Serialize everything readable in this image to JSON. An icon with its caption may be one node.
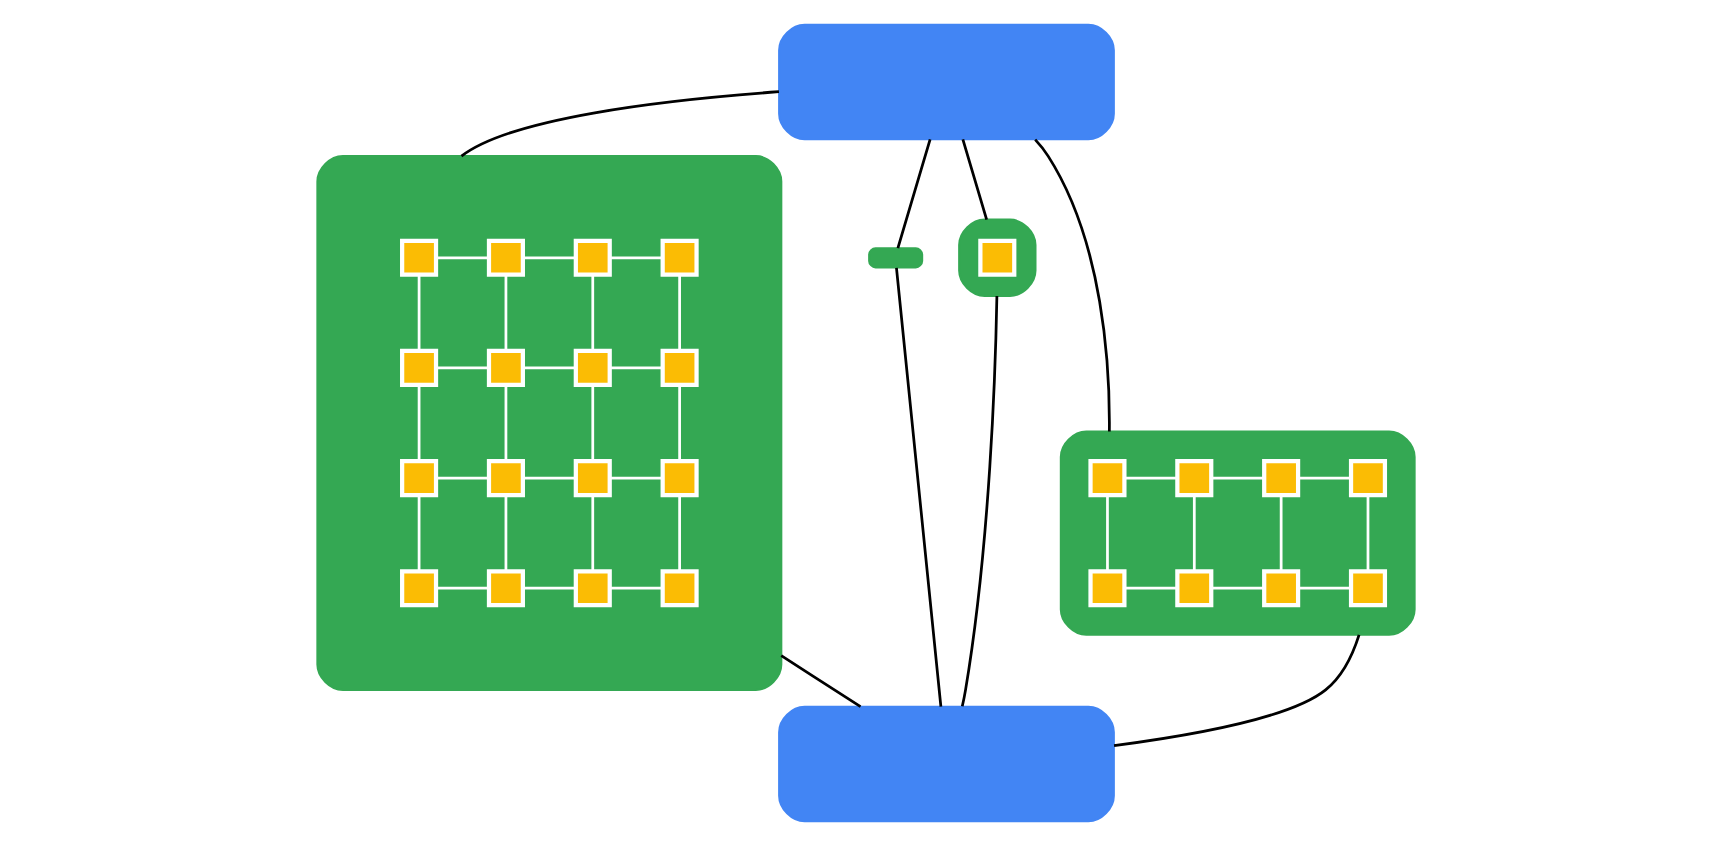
{
  "diagram": {
    "nodes": [
      {
        "text": [],
        "shape": "box"
      },
      {
        "text": [],
        "shape": "box"
      },
      {
        "text": [],
        "shape": "box"
      },
      {
        "text": [],
        "shape": "box",
        "in": 2
      },
      {
        "text": [],
        "shape": "box"
      },
      {
        "text": [],
        "shape": "box",
        "in": 4
      },
      {
        "text": [],
        "shape": "box",
        "in": 4
      },
      {
        "text": [],
        "shape": "box",
        "in": 4
      },
      {
        "text": [],
        "shape": "box",
        "in": 4
      },
      {
        "text": [],
        "shape": "box",
        "in": 4
      },
      {
        "text": [],
        "shape": "box",
        "in": 4
      },
      {
        "text": [],
        "shape": "box",
        "in": 4
      },
      {
        "text": [],
        "shape": "box",
        "in": 4
      },
      {
        "text": [],
        "shape": "box"
      },
      {
        "text": [],
        "shape": "box",
        "in": 13
      },
      {
        "text": [],
        "shape": "box",
        "in": 13
      },
      {
        "text": [],
        "shape": "box",
        "in": 13
      },
      {
        "text": [],
        "shape": "box",
        "in": 13
      },
      {
        "text": [],
        "shape": "box",
        "in": 13
      },
      {
        "text": [],
        "shape": "box",
        "in": 13
      },
      {
        "text": [],
        "shape": "box",
        "in": 13
      },
      {
        "text": [],
        "shape": "box",
        "in": 13
      },
      {
        "text": [],
        "shape": "box",
        "in": 13
      },
      {
        "text": [],
        "shape": "box",
        "in": 13
      },
      {
        "text": [],
        "shape": "box",
        "in": 13
      },
      {
        "text": [],
        "shape": "box",
        "in": 13
      },
      {
        "text": [],
        "shape": "box",
        "in": 13
      },
      {
        "text": [],
        "shape": "box",
        "in": 13
      },
      {
        "text": [],
        "shape": "box",
        "in": 13
      },
      {
        "text": [],
        "shape": "box",
        "in": 13
      },
      {
        "text": [],
        "shape": "box"
      }
    ],
    "edges": [
      {
        "from": 0,
        "to": 1,
        "arrow": "none",
        "color": "#000000"
      },
      {
        "from": 0,
        "to": 2,
        "arrow": "none",
        "color": "#000000"
      },
      {
        "from": 0,
        "to": 4,
        "arrow": "none",
        "color": "#000000"
      },
      {
        "from": 0,
        "to": 13,
        "arrow": "none",
        "color": "#000000"
      },
      {
        "from": 1,
        "to": 30,
        "arrow": "none",
        "color": "#000000"
      },
      {
        "from": 2,
        "to": 30,
        "arrow": "none",
        "color": "#000000"
      },
      {
        "from": 4,
        "to": 30,
        "arrow": "none",
        "color": "#000000"
      },
      {
        "from": 13,
        "to": 30,
        "arrow": "none",
        "color": "#000000"
      },
      {
        "from": 5,
        "to": 6,
        "arrow": "none",
        "color": "#ffffff"
      },
      {
        "from": 6,
        "to": 7,
        "arrow": "none",
        "color": "#ffffff"
      },
      {
        "from": 7,
        "to": 8,
        "arrow": "none",
        "color": "#ffffff"
      },
      {
        "from": 9,
        "to": 10,
        "arrow": "none",
        "color": "#ffffff"
      },
      {
        "from": 10,
        "to": 11,
        "arrow": "none",
        "color": "#ffffff"
      },
      {
        "from": 11,
        "to": 12,
        "arrow": "none",
        "color": "#ffffff"
      },
      {
        "from": 5,
        "to": 9,
        "arrow": "none",
        "color": "#ffffff"
      },
      {
        "from": 6,
        "to": 10,
        "arrow": "none",
        "color": "#ffffff"
      },
      {
        "from": 7,
        "to": 11,
        "arrow": "none",
        "color": "#ffffff"
      },
      {
        "from": 8,
        "to": 12,
        "arrow": "none",
        "color": "#ffffff"
      },
      {
        "from": 14,
        "to": 15,
        "arrow": "none",
        "color": "#ffffff"
      },
      {
        "from": 15,
        "to": 16,
        "arrow": "none",
        "color": "#ffffff"
      },
      {
        "from": 16,
        "to": 17,
        "arrow": "none",
        "color": "#ffffff"
      },
      {
        "from": 18,
        "to": 19,
        "arrow": "none",
        "color": "#ffffff"
      },
      {
        "from": 19,
        "to": 20,
        "arrow": "none",
        "color": "#ffffff"
      },
      {
        "from": 20,
        "to": 21,
        "arrow": "none",
        "color": "#ffffff"
      },
      {
        "from": 22,
        "to": 23,
        "arrow": "none",
        "color": "#ffffff"
      },
      {
        "from": 23,
        "to": 24,
        "arrow": "none",
        "color": "#ffffff"
      },
      {
        "from": 24,
        "to": 25,
        "arrow": "none",
        "color": "#ffffff"
      },
      {
        "from": 26,
        "to": 27,
        "arrow": "none",
        "color": "#ffffff"
      },
      {
        "from": 27,
        "to": 28,
        "arrow": "none",
        "color": "#ffffff"
      },
      {
        "from": 28,
        "to": 29,
        "arrow": "none",
        "color": "#ffffff"
      },
      {
        "from": 14,
        "to": 18,
        "arrow": "none",
        "color": "#ffffff"
      },
      {
        "from": 15,
        "to": 19,
        "arrow": "none",
        "color": "#ffffff"
      },
      {
        "from": 16,
        "to": 20,
        "arrow": "none",
        "color": "#ffffff"
      },
      {
        "from": 17,
        "to": 21,
        "arrow": "none",
        "color": "#ffffff"
      },
      {
        "from": 18,
        "to": 22,
        "arrow": "none",
        "color": "#ffffff"
      },
      {
        "from": 19,
        "to": 23,
        "arrow": "none",
        "color": "#ffffff"
      },
      {
        "from": 20,
        "to": 24,
        "arrow": "none",
        "color": "#ffffff"
      },
      {
        "from": 21,
        "to": 25,
        "arrow": "none",
        "color": "#ffffff"
      },
      {
        "from": 22,
        "to": 26,
        "arrow": "none",
        "color": "#ffffff"
      },
      {
        "from": 23,
        "to": 27,
        "arrow": "none",
        "color": "#ffffff"
      },
      {
        "from": 24,
        "to": 28,
        "arrow": "none",
        "color": "#ffffff"
      },
      {
        "from": 25,
        "to": 29,
        "arrow": "none",
        "color": "#ffffff"
      }
    ]
  }
}
